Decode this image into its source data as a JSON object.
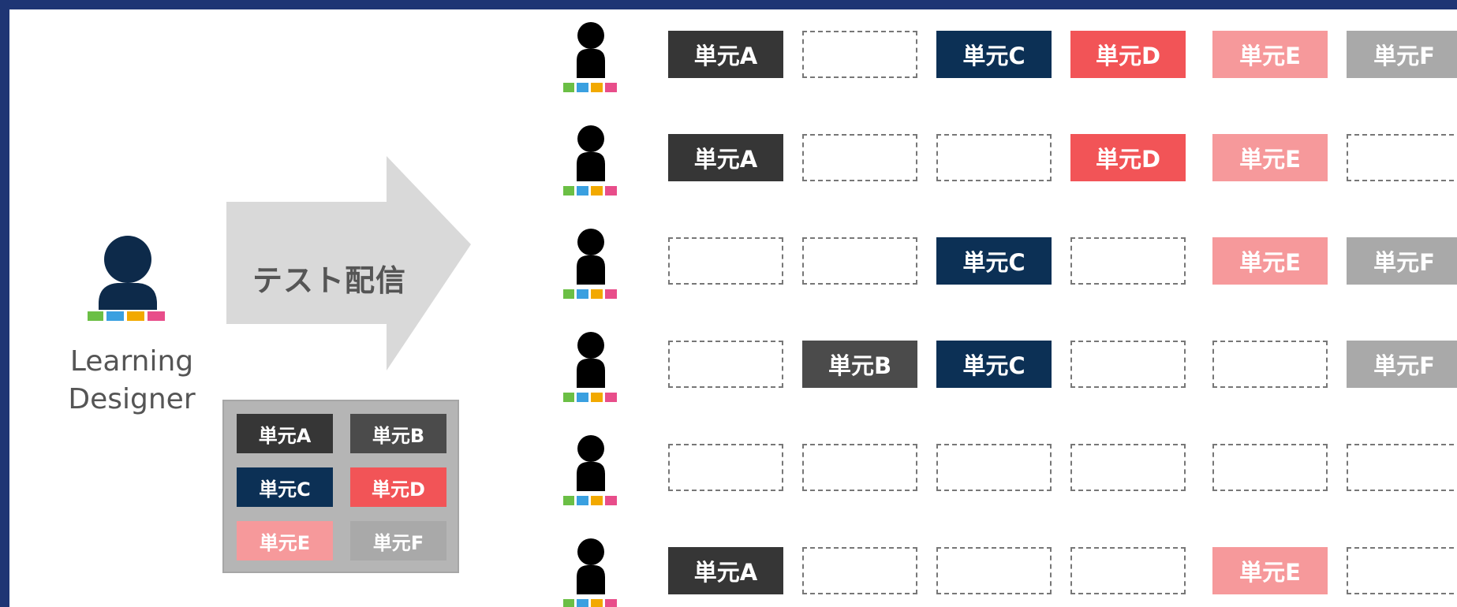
{
  "colors": {
    "frame": "#1e3574",
    "A": "#363636",
    "B": "#4b4b4b",
    "C": "#0c3055",
    "D": "#f25457",
    "E": "#f6999b",
    "F": "#a9a9a9",
    "designer": "#0d2a4a",
    "arrow": "#d9d9d9"
  },
  "designer": {
    "icon": "learning-designer-person-icon",
    "label_line1": "Learning",
    "label_line2": "Designer"
  },
  "arrow": {
    "label": "テスト配信"
  },
  "pool": {
    "items": [
      {
        "label": "単元A",
        "key": "A"
      },
      {
        "label": "単元B",
        "key": "B"
      },
      {
        "label": "単元C",
        "key": "C"
      },
      {
        "label": "単元D",
        "key": "D"
      },
      {
        "label": "単元E",
        "key": "E"
      },
      {
        "label": "単元F",
        "key": "F"
      }
    ]
  },
  "learners": [
    {
      "icon": "learner-person-icon",
      "units": [
        "単元A",
        null,
        "単元C",
        "単元D",
        "単元E",
        "単元F"
      ]
    },
    {
      "icon": "learner-person-icon",
      "units": [
        "単元A",
        null,
        null,
        "単元D",
        "単元E",
        null
      ]
    },
    {
      "icon": "learner-person-icon",
      "units": [
        null,
        null,
        "単元C",
        null,
        "単元E",
        "単元F"
      ]
    },
    {
      "icon": "learner-person-icon",
      "units": [
        null,
        "単元B",
        "単元C",
        null,
        null,
        "単元F"
      ]
    },
    {
      "icon": "learner-person-icon",
      "units": [
        null,
        null,
        null,
        null,
        null,
        null
      ]
    },
    {
      "icon": "learner-person-icon",
      "units": [
        "単元A",
        null,
        null,
        null,
        "単元E",
        null
      ]
    }
  ]
}
